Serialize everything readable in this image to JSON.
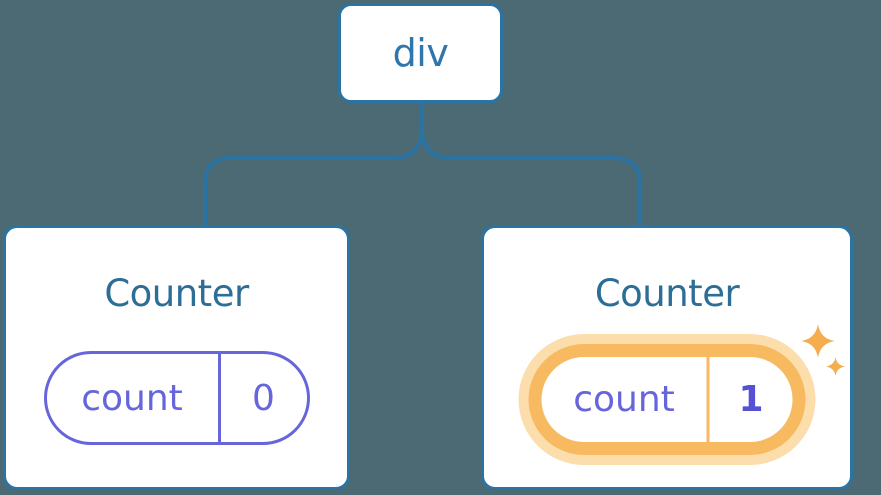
{
  "diagram": {
    "root": {
      "label": "div"
    },
    "children": [
      {
        "title": "Counter",
        "state": {
          "key": "count",
          "value": "0"
        },
        "highlighted": false
      },
      {
        "title": "Counter",
        "state": {
          "key": "count",
          "value": "1"
        },
        "highlighted": true
      }
    ]
  },
  "colors": {
    "canvas-bg": "#4c6a73",
    "line-blue": "#2b73a2",
    "label-blue": "#2e76ac",
    "title-blue": "#2c6e96",
    "state-purple": "#6765dc",
    "value-purple": "#5551d4",
    "highlight-orange": "#f8ba61",
    "highlight-glow": "#fcdead",
    "sparkle-orange": "#f5ad4e",
    "node-bg": "#ffffff"
  }
}
